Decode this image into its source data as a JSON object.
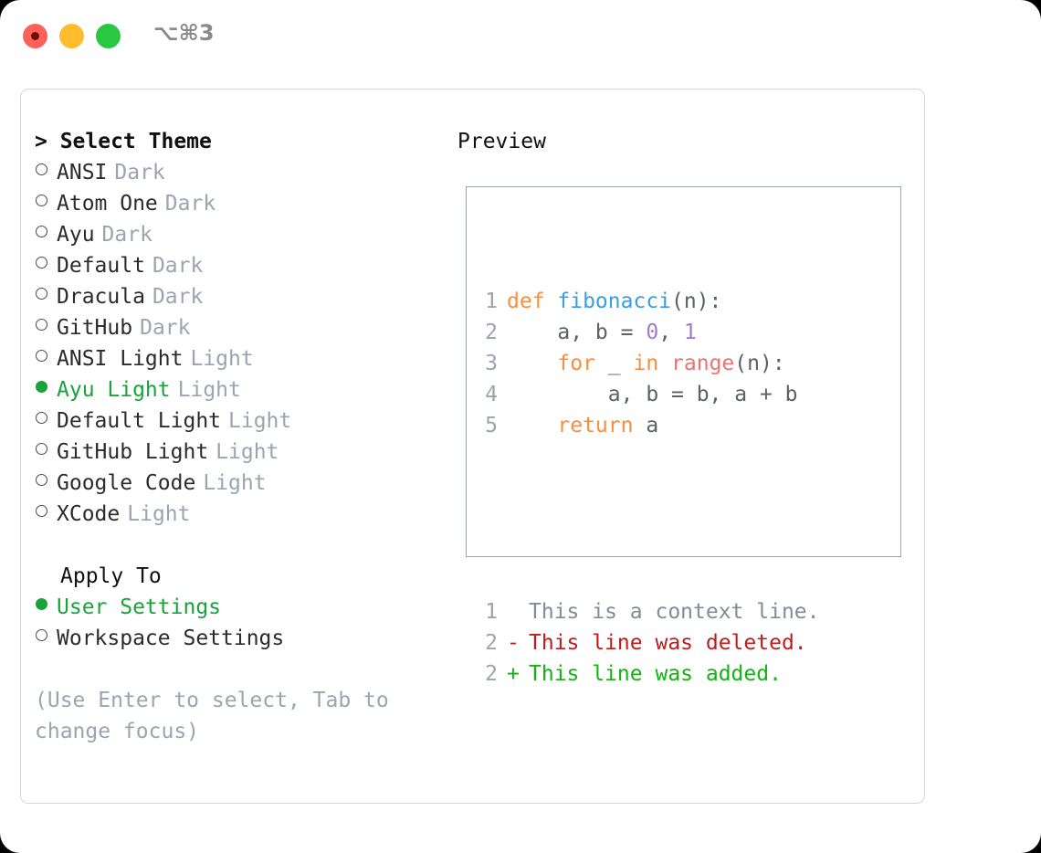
{
  "titlebar": {
    "shortcut": "⌥⌘3",
    "buttons": [
      "close",
      "minimize",
      "maximize"
    ]
  },
  "left": {
    "header": "> Select Theme",
    "themes": [
      {
        "name": "ANSI",
        "tag": "Dark",
        "selected": false
      },
      {
        "name": "Atom One",
        "tag": "Dark",
        "selected": false
      },
      {
        "name": "Ayu",
        "tag": "Dark",
        "selected": false
      },
      {
        "name": "Default",
        "tag": "Dark",
        "selected": false
      },
      {
        "name": "Dracula",
        "tag": "Dark",
        "selected": false
      },
      {
        "name": "GitHub",
        "tag": "Dark",
        "selected": false
      },
      {
        "name": "ANSI Light",
        "tag": "Light",
        "selected": false
      },
      {
        "name": "Ayu Light",
        "tag": "Light",
        "selected": true
      },
      {
        "name": "Default Light",
        "tag": "Light",
        "selected": false
      },
      {
        "name": "GitHub Light",
        "tag": "Light",
        "selected": false
      },
      {
        "name": "Google Code",
        "tag": "Light",
        "selected": false
      },
      {
        "name": "XCode",
        "tag": "Light",
        "selected": false
      }
    ],
    "apply_to_label": "Apply To",
    "apply_to": [
      {
        "name": "User Settings",
        "selected": true
      },
      {
        "name": "Workspace Settings",
        "selected": false
      }
    ],
    "hint": "(Use Enter to select, Tab to change focus)"
  },
  "right": {
    "title": "Preview",
    "code_lines": [
      {
        "n": "1",
        "tokens": [
          {
            "t": "def ",
            "c": "kw"
          },
          {
            "t": "fibonacci",
            "c": "fn"
          },
          {
            "t": "(n):",
            "c": "pl"
          }
        ]
      },
      {
        "n": "2",
        "tokens": [
          {
            "t": "    a, b = ",
            "c": "pl"
          },
          {
            "t": "0",
            "c": "num"
          },
          {
            "t": ", ",
            "c": "pl"
          },
          {
            "t": "1",
            "c": "num"
          }
        ]
      },
      {
        "n": "3",
        "tokens": [
          {
            "t": "    ",
            "c": "pl"
          },
          {
            "t": "for",
            "c": "kw"
          },
          {
            "t": " _ ",
            "c": "pl"
          },
          {
            "t": "in",
            "c": "kw"
          },
          {
            "t": " ",
            "c": "pl"
          },
          {
            "t": "range",
            "c": "bi"
          },
          {
            "t": "(n):",
            "c": "pl"
          }
        ]
      },
      {
        "n": "4",
        "tokens": [
          {
            "t": "        a, b = b, a + b",
            "c": "pl"
          }
        ]
      },
      {
        "n": "5",
        "tokens": [
          {
            "t": "    ",
            "c": "pl"
          },
          {
            "t": "return",
            "c": "kw"
          },
          {
            "t": " a",
            "c": "pl"
          }
        ]
      }
    ],
    "diff_lines": [
      {
        "n": "1",
        "mark": " ",
        "text": "This is a context line.",
        "kind": "diff-ctx"
      },
      {
        "n": "2",
        "mark": "-",
        "text": "This line was deleted.",
        "kind": "diff-del"
      },
      {
        "n": "2",
        "mark": "+",
        "text": "This line was added.",
        "kind": "diff-add"
      }
    ]
  },
  "colors": {
    "accent_green": "#19a33a",
    "muted": "#9aa5b1",
    "keyword": "#fa8d3e",
    "function": "#399ee6",
    "number": "#a37acc",
    "builtin": "#f07171",
    "diff_delete": "#c01c1c",
    "diff_add": "#12b312",
    "panel_border": "#d6d6d6",
    "preview_border": "#9aa5b1"
  }
}
